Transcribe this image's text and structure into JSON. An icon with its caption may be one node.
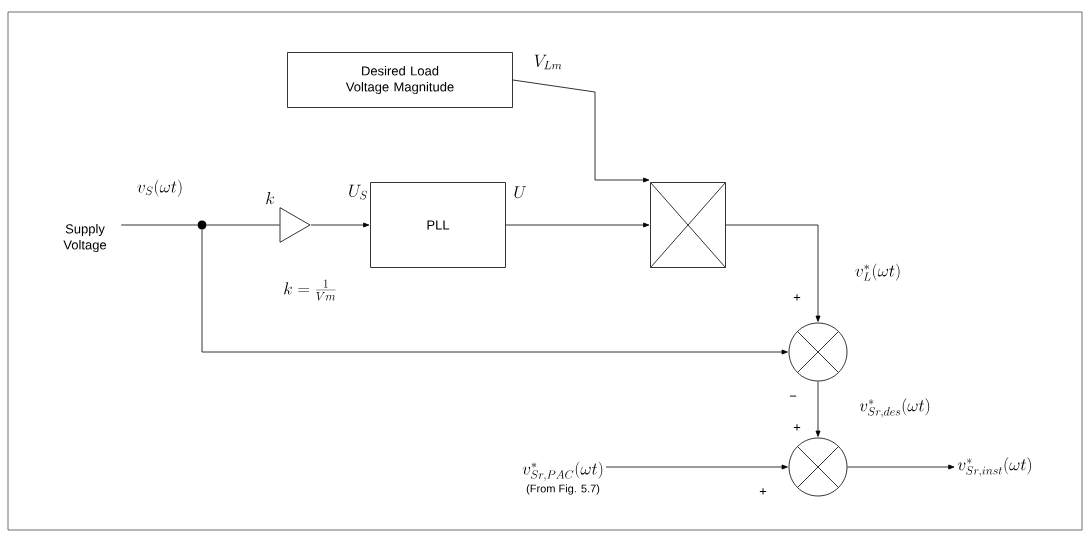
{
  "diagram": {
    "nodes": [
      {
        "text": [
          "Supply Voltage"
        ]
      },
      {
        "text": [],
        "shape": "dot"
      },
      {
        "text": [],
        "shape": "triangle",
        "beside": [
          "k",
          "k = \\frac{1}{Vm}"
        ]
      },
      {
        "text": [
          "PLL"
        ]
      },
      {
        "text": [
          "Desired Load Voltage Magnitude"
        ]
      },
      {
        "text": [],
        "shape": "box"
      },
      {
        "text": [],
        "shape": "circle"
      },
      {
        "text": [],
        "shape": "circle"
      },
      {
        "text": [
          "v^{*}_{Sr,PAC}(\\omega t)",
          "(From Fig. 5.7)"
        ]
      },
      {
        "text": [
          "v^{*}_{Sr,inst}(\\omega t)"
        ]
      }
    ],
    "edges": [
      {
        "from": 0,
        "to": 1,
        "arrow": "none",
        "label": "v_{S}(\\omega t)"
      },
      {
        "from": 1,
        "to": 2,
        "arrow": "none"
      },
      {
        "from": 2,
        "to": 3,
        "arrow": "to",
        "label": "U_{S}"
      },
      {
        "from": 3,
        "to": 5,
        "arrow": "to",
        "label": "U"
      },
      {
        "from": 4,
        "to": 5,
        "arrow": "to",
        "label": "V_{Lm}"
      },
      {
        "from": 5,
        "to": 6,
        "arrow": "to",
        "label": "v^{*}_{L}(\\omega t)"
      },
      {
        "from": 1,
        "to": 6,
        "arrow": "to"
      },
      {
        "from": 6,
        "to": 7,
        "arrow": "to",
        "label": "v^{*}_{Sr,des}(\\omega t)"
      },
      {
        "from": 8,
        "to": 7,
        "arrow": "to"
      },
      {
        "from": 7,
        "to": 9,
        "arrow": "to"
      }
    ],
    "labels": [
      "+",
      "−",
      "+",
      "+"
    ]
  }
}
